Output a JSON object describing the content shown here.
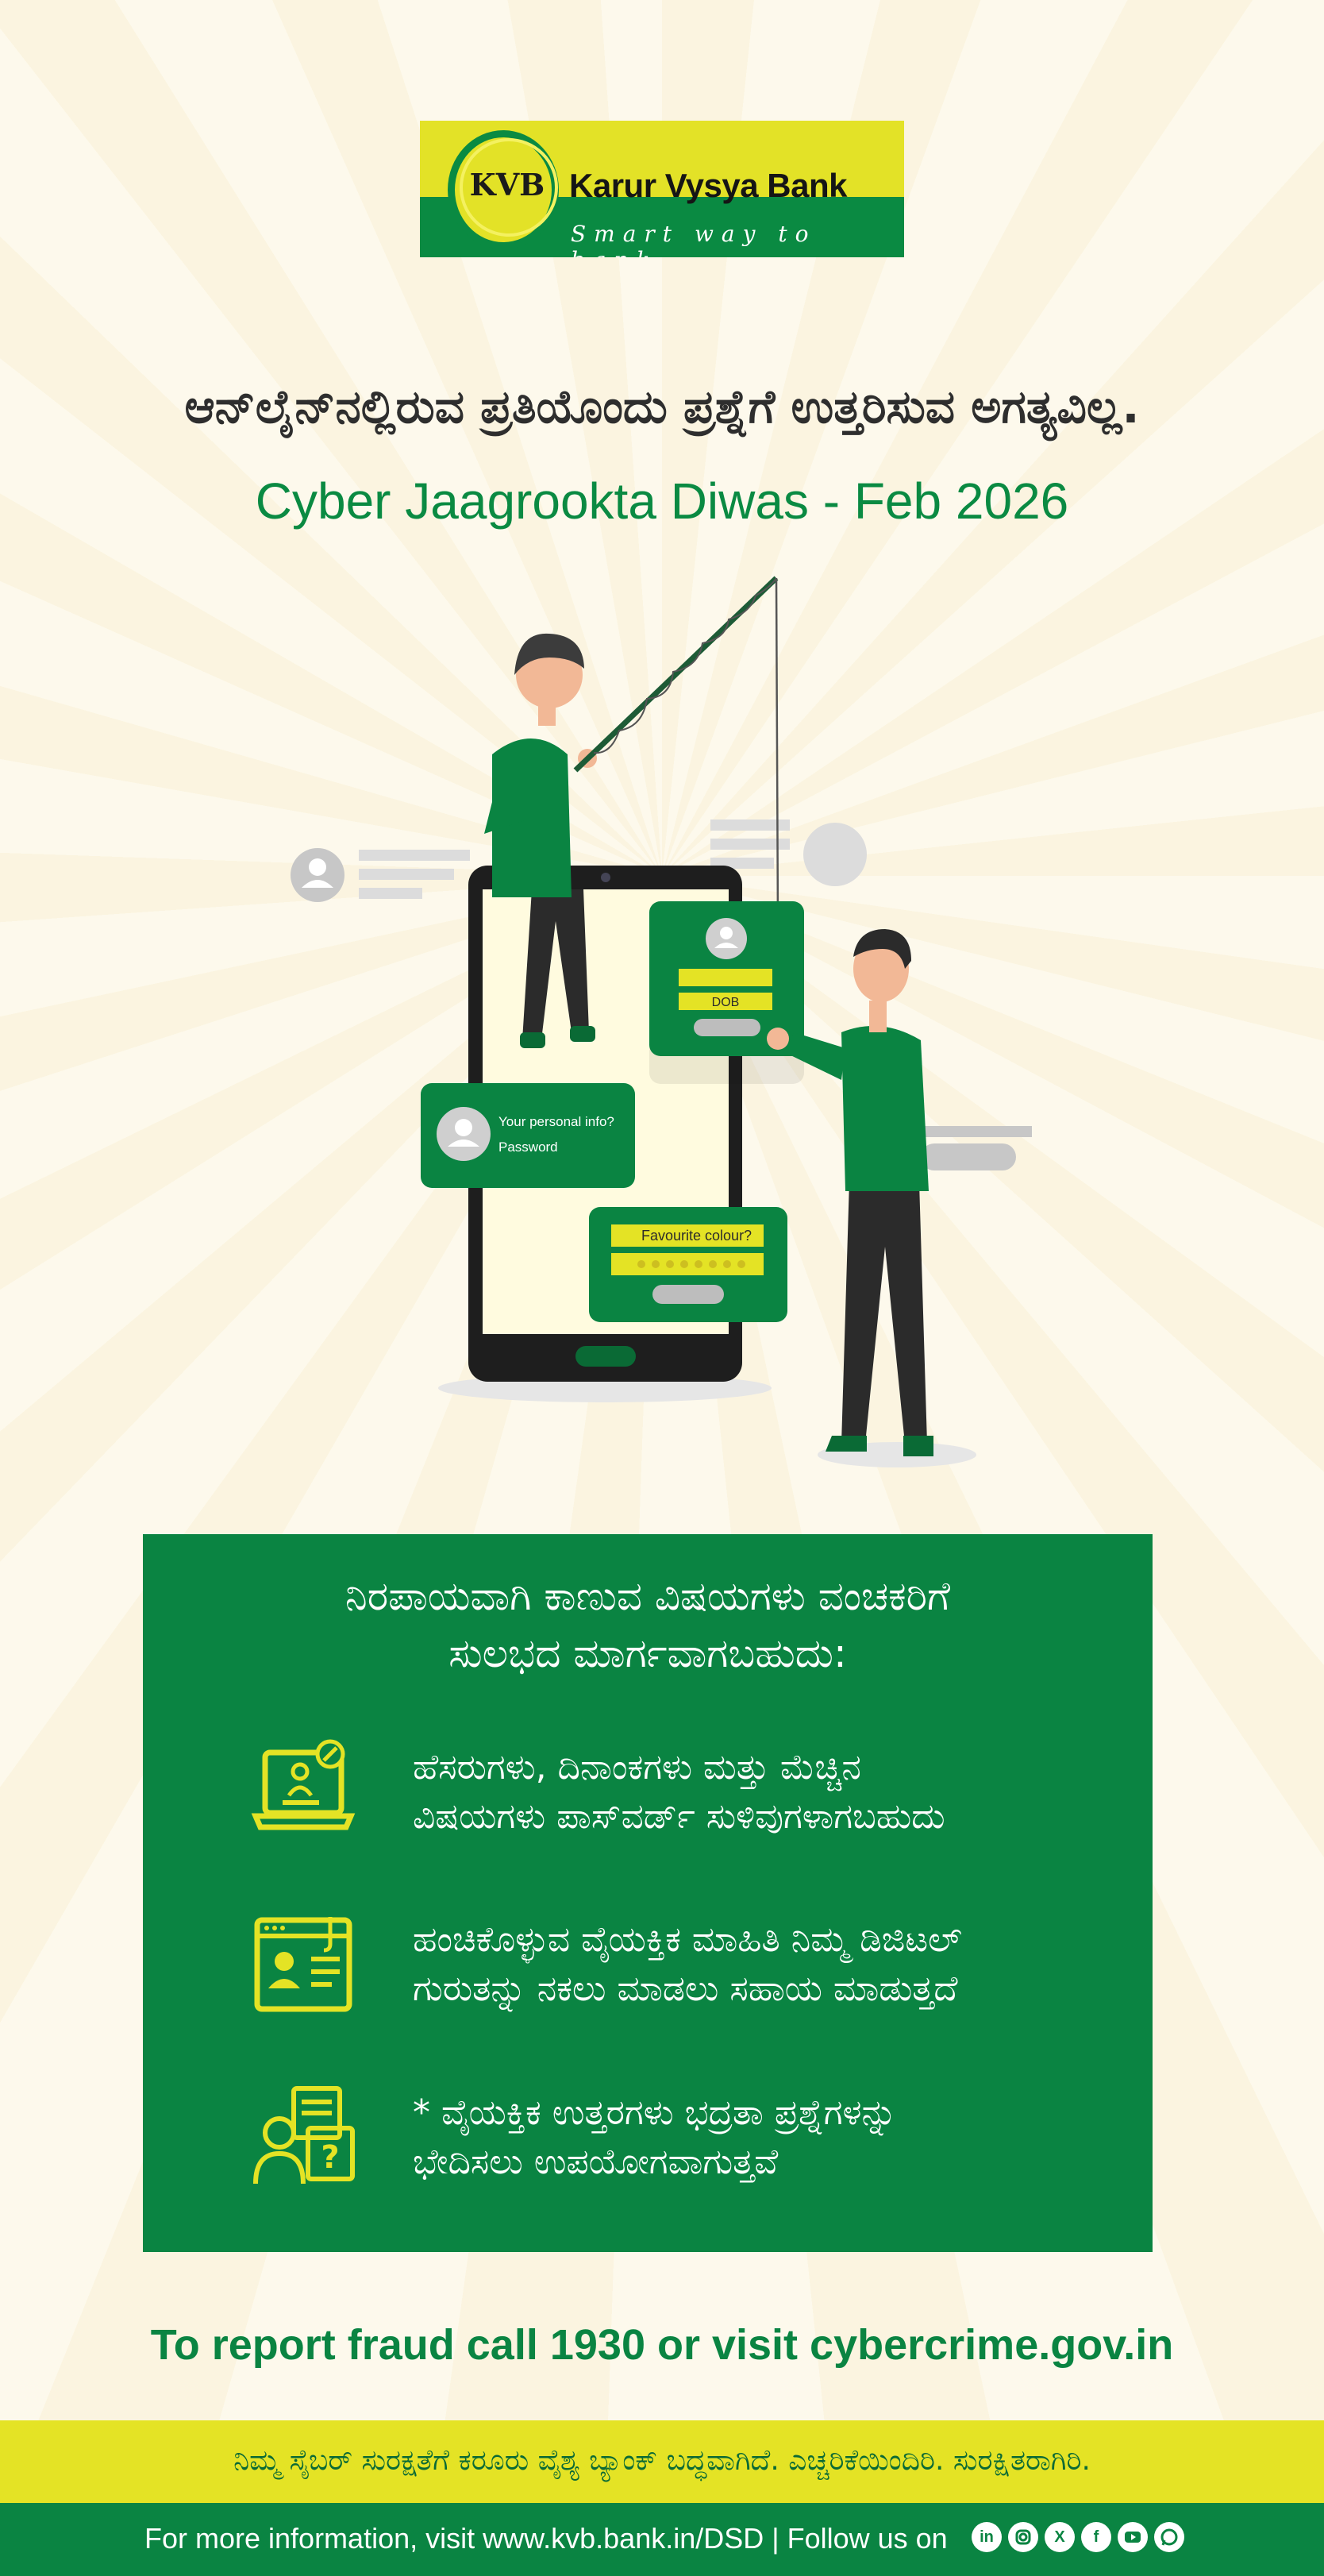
{
  "logo": {
    "initials": "KVB",
    "name": "Karur Vysya Bank",
    "tagline": "Smart way to bank"
  },
  "headline": "ಆನ್‌ಲೈನ್‌ನಲ್ಲಿರುವ ಪ್ರತಿಯೊಂದು ಪ್ರಶ್ನೆಗೆ ಉತ್ತರಿಸುವ ಅಗತ್ಯವಿಲ್ಲ.",
  "subhead": "Cyber Jaagrookta Diwas - Feb 2026",
  "illustration": {
    "card_dob": "DOB",
    "card_personal_question": "Your personal info?",
    "card_password": "Password",
    "card_colour_question": "Favourite colour?"
  },
  "panel": {
    "title_line1": "ನಿರಪಾಯವಾಗಿ ಕಾಣುವ ವಿಷಯಗಳು ವಂಚಕರಿಗೆ",
    "title_line2": "ಸುಲಭದ ಮಾರ್ಗವಾಗಬಹುದು:",
    "items": [
      {
        "icon": "laptop-profile-icon",
        "line1": "ಹೆಸರುಗಳು, ದಿನಾಂಕಗಳು ಮತ್ತು ಮೆಚ್ಚಿನ",
        "line2": "ವಿಷಯಗಳು  ಪಾಸ್‌ವರ್ಡ್ ಸುಳಿವುಗಳಾಗಬಹುದು"
      },
      {
        "icon": "id-card-icon",
        "line1": "ಹಂಚಿಕೊಳ್ಳುವ ವೈಯಕ್ತಿಕ ಮಾಹಿತಿ ನಿಮ್ಮ ಡಿಜಿಟಲ್",
        "line2": "ಗುರುತನ್ನು ನಕಲು ಮಾಡಲು ಸಹಾಯ ಮಾಡುತ್ತದೆ"
      },
      {
        "icon": "person-question-icon",
        "line1": "* ವೈಯಕ್ತಿಕ ಉತ್ತರಗಳು ಭದ್ರತಾ ಪ್ರಶ್ನೆಗಳನ್ನು",
        "line2": "ಭೇದಿಸಲು ಉಪಯೋಗವಾಗುತ್ತವೆ"
      }
    ]
  },
  "report": "To report fraud call 1930 or visit cybercrime.gov.in",
  "footer": {
    "tagline": "ನಿಮ್ಮ ಸೈಬರ್ ಸುರಕ್ಷತೆಗೆ ಕರೂರು ವೈಶ್ಯ ಬ್ಯಾಂಕ್ ಬದ್ಧವಾಗಿದೆ. ಎಚ್ಚರಿಕೆಯಿಂದಿರಿ. ಸುರಕ್ಷಿತರಾಗಿರಿ.",
    "info": "For more information, visit www.kvb.bank.in/DSD | Follow us on",
    "social": [
      "linkedin-icon",
      "instagram-icon",
      "x-icon",
      "facebook-icon",
      "youtube-icon",
      "whatsapp-icon"
    ]
  },
  "colors": {
    "brand_green": "#0a8442",
    "brand_yellow": "#e4e325",
    "background": "#fdf9ec"
  }
}
